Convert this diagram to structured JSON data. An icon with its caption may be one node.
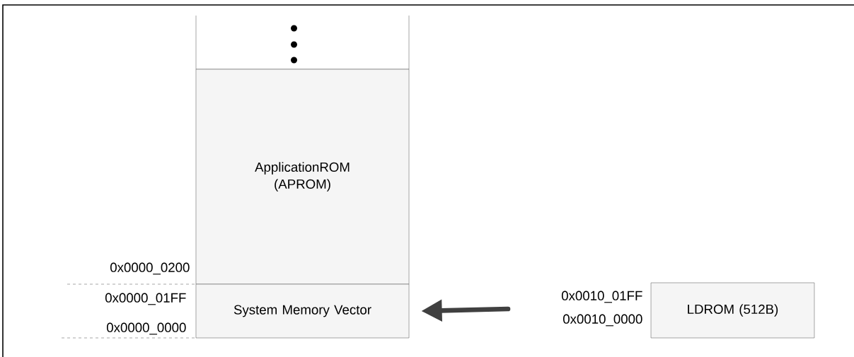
{
  "diagram": {
    "nodes": [
      {
        "text": [],
        "shape": "box"
      },
      {
        "text": [
          "ApplicationROM (APROM)"
        ]
      },
      {
        "text": [
          "System Memory Vector"
        ]
      },
      {
        "text": [
          "LDROM (512B)"
        ],
        "beside": [
          "0x0010_01FF",
          "0x0010_0000"
        ]
      }
    ],
    "edges": [
      {
        "from": null,
        "to": 2,
        "arrow": "to"
      }
    ],
    "labels": [
      "0x0000_0200",
      "0x0000_01FF",
      "0x0000_0000"
    ]
  }
}
